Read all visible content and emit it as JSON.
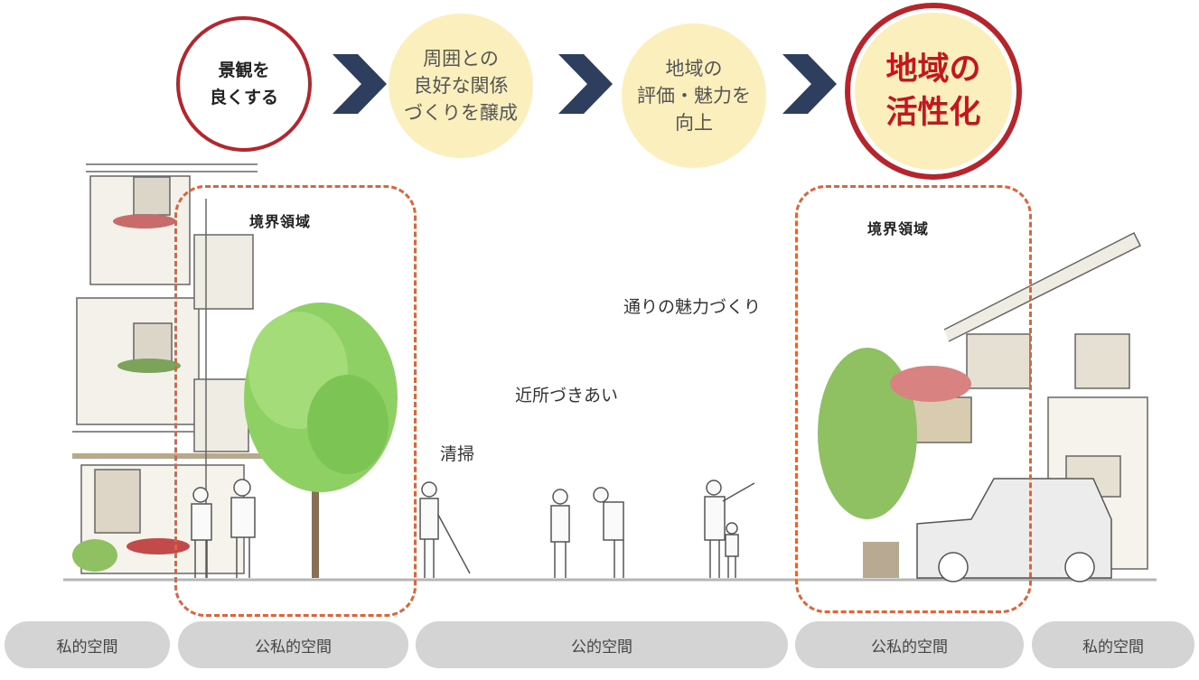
{
  "flow": {
    "step1": "景観を\n良くする",
    "step2": "周囲との\n良好な関係\nづくりを醸成",
    "step3": "地域の\n評価・魅力を\n向上",
    "result": "地域の\n活性化"
  },
  "boundaries": {
    "left_label": "境界領域",
    "right_label": "境界領域"
  },
  "scene_labels": {
    "street_charm": "通りの魅力づくり",
    "neighbors": "近所づきあい",
    "cleaning": "清掃"
  },
  "zones": [
    {
      "label": "私的空間"
    },
    {
      "label": "公私的空間"
    },
    {
      "label": "公的空間"
    },
    {
      "label": "公私的空間"
    },
    {
      "label": "私的空間"
    }
  ],
  "colors": {
    "accent_red": "#b8242c",
    "cream": "#fbf0bd",
    "navy": "#2d3e5e",
    "dash_orange": "#e0633a",
    "zone_gray": "#d4d4d4"
  }
}
